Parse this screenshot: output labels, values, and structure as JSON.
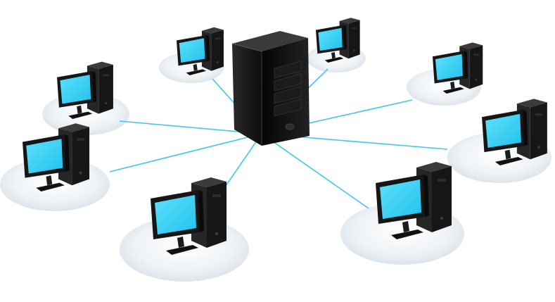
{
  "diagram": {
    "type": "star-network",
    "hub": {
      "icon": "server-tower-icon"
    },
    "nodes": [
      {
        "id": "workstation-1",
        "icon": "desktop-computer-icon"
      },
      {
        "id": "workstation-2",
        "icon": "desktop-computer-icon"
      },
      {
        "id": "workstation-3",
        "icon": "desktop-computer-icon"
      },
      {
        "id": "workstation-4",
        "icon": "desktop-computer-icon"
      },
      {
        "id": "workstation-5",
        "icon": "desktop-computer-icon"
      },
      {
        "id": "workstation-6",
        "icon": "desktop-computer-icon"
      },
      {
        "id": "workstation-7",
        "icon": "desktop-computer-icon"
      },
      {
        "id": "workstation-8",
        "icon": "desktop-computer-icon"
      },
      {
        "id": "workstation-9",
        "icon": "desktop-computer-icon"
      }
    ],
    "colors": {
      "link": "#3fc7ef",
      "screen": "#35d1f5",
      "hardware": "#161616",
      "platform": "#e9eef3"
    }
  }
}
